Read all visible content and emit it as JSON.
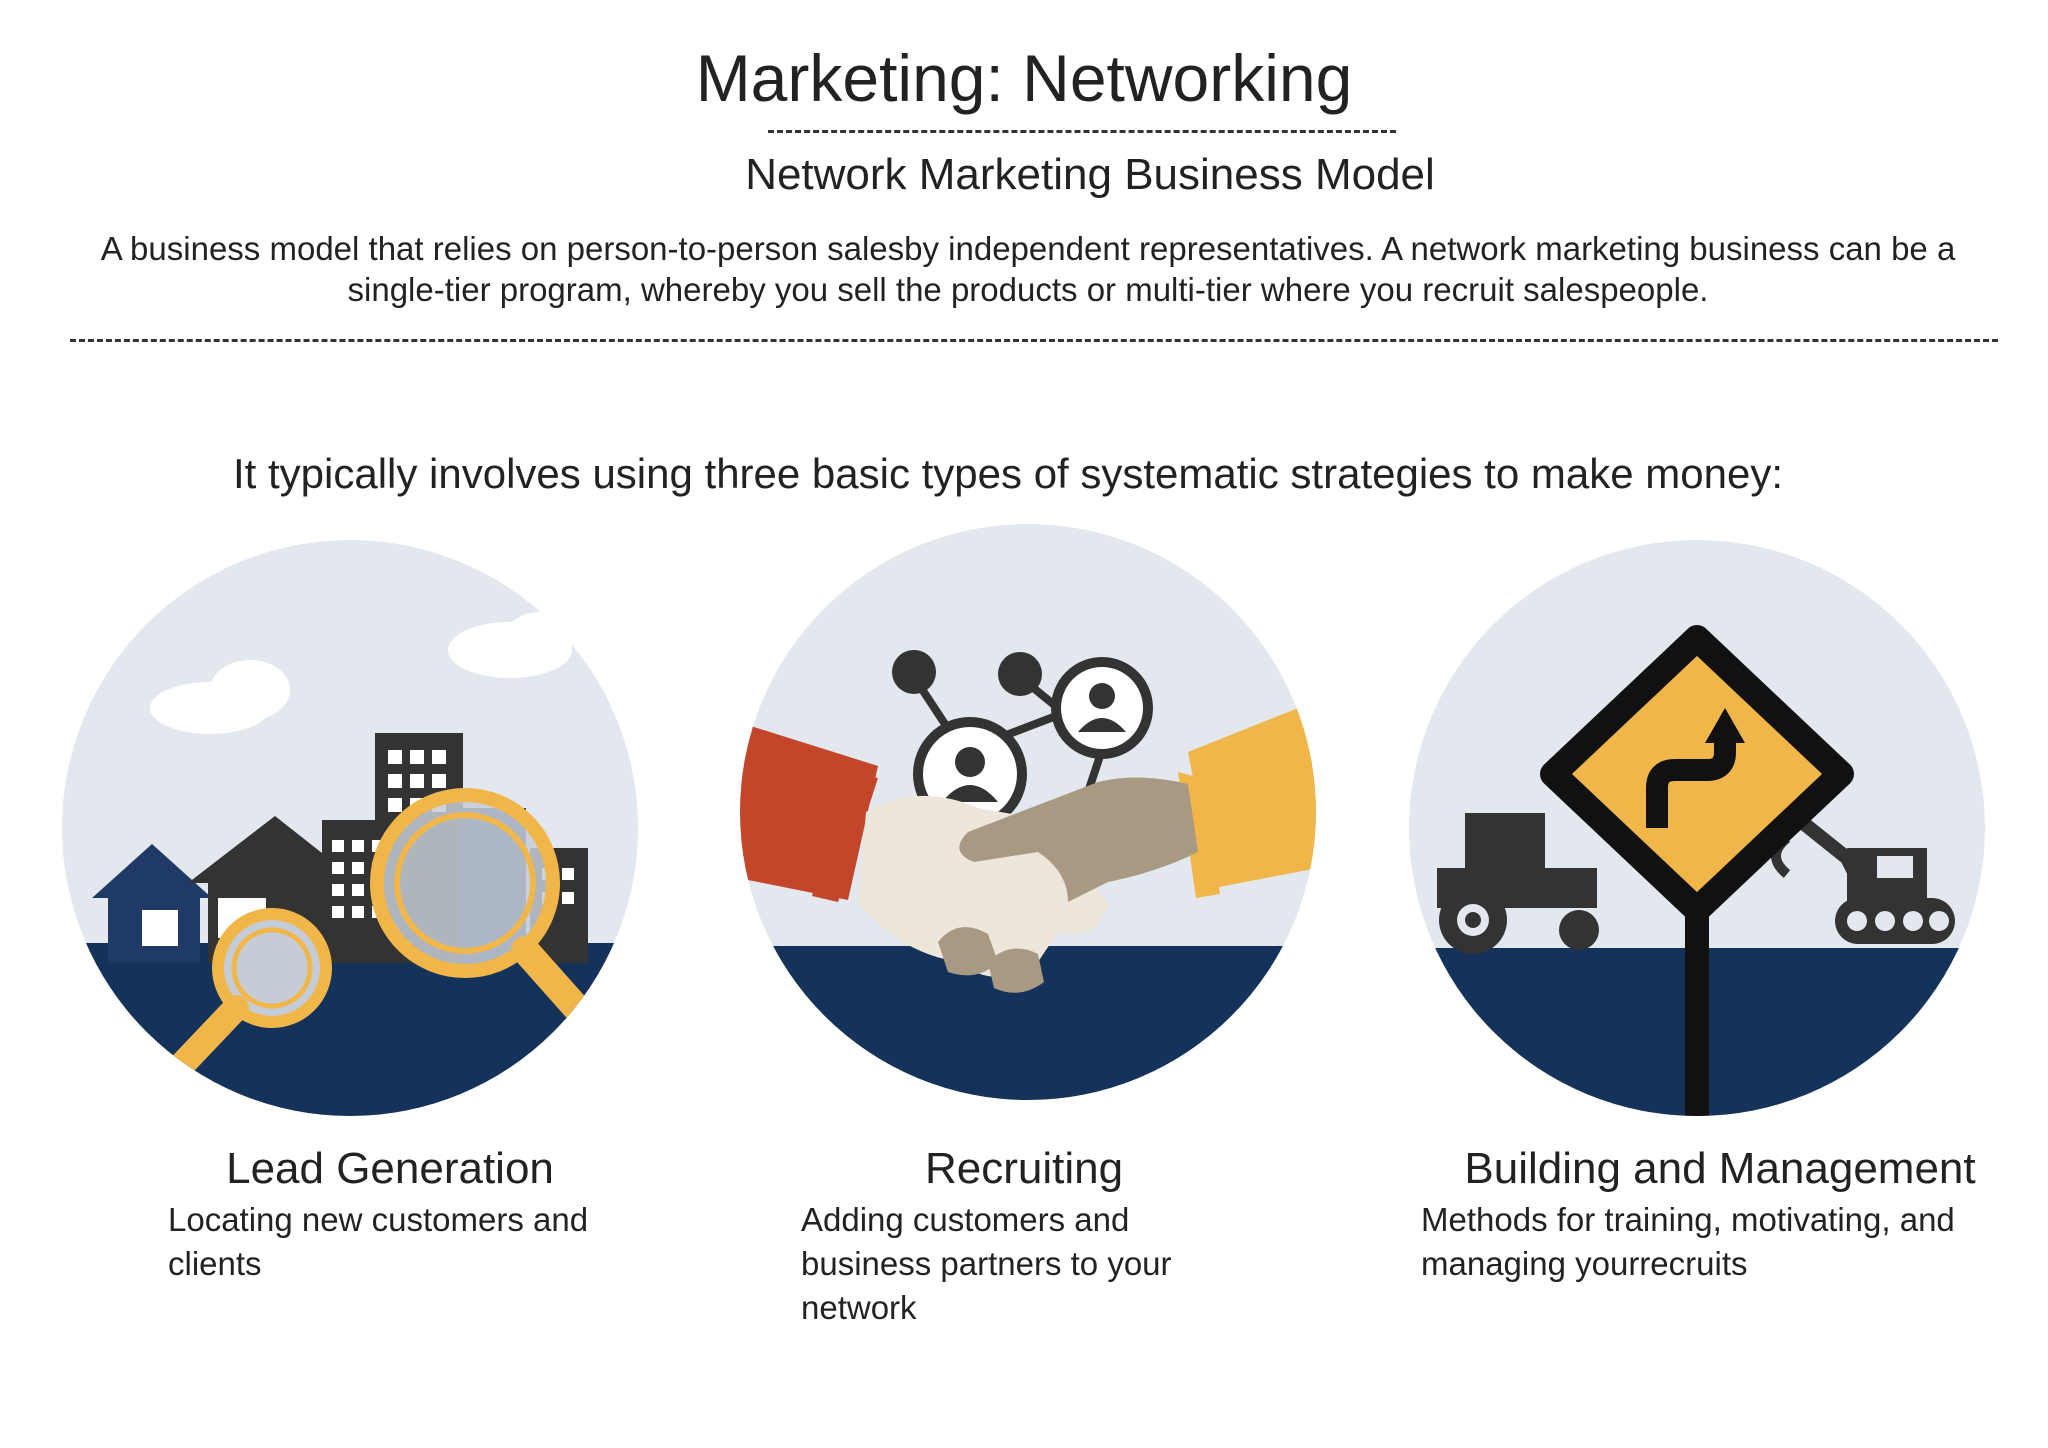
{
  "header": {
    "title": "Marketing: Networking",
    "subtitle": "Network Marketing Business Model",
    "description": "A business model that relies on person-to-person salesby independent representatives. A network marketing business can be a single-tier program, whereby you sell the products or multi-tier where you recruit salespeople."
  },
  "intro": "It typically involves using three basic types of systematic strategies to make money:",
  "colors": {
    "sky": "#e3e8ee",
    "ground": "#15325a",
    "accent": "#f0b64a",
    "dark": "#333333",
    "red": "#c4462a"
  },
  "strategies": [
    {
      "title": "Lead Generation",
      "description": "Locating   new   customers and  clients",
      "icon": "buildings-magnifier-icon"
    },
    {
      "title": "Recruiting",
      "description": "Adding     customers and business partners to your network",
      "icon": "handshake-network-icon"
    },
    {
      "title": "Building  and  Management",
      "description": "Methods for training, motivating, and managing yourrecruits",
      "icon": "road-sign-icon"
    }
  ]
}
